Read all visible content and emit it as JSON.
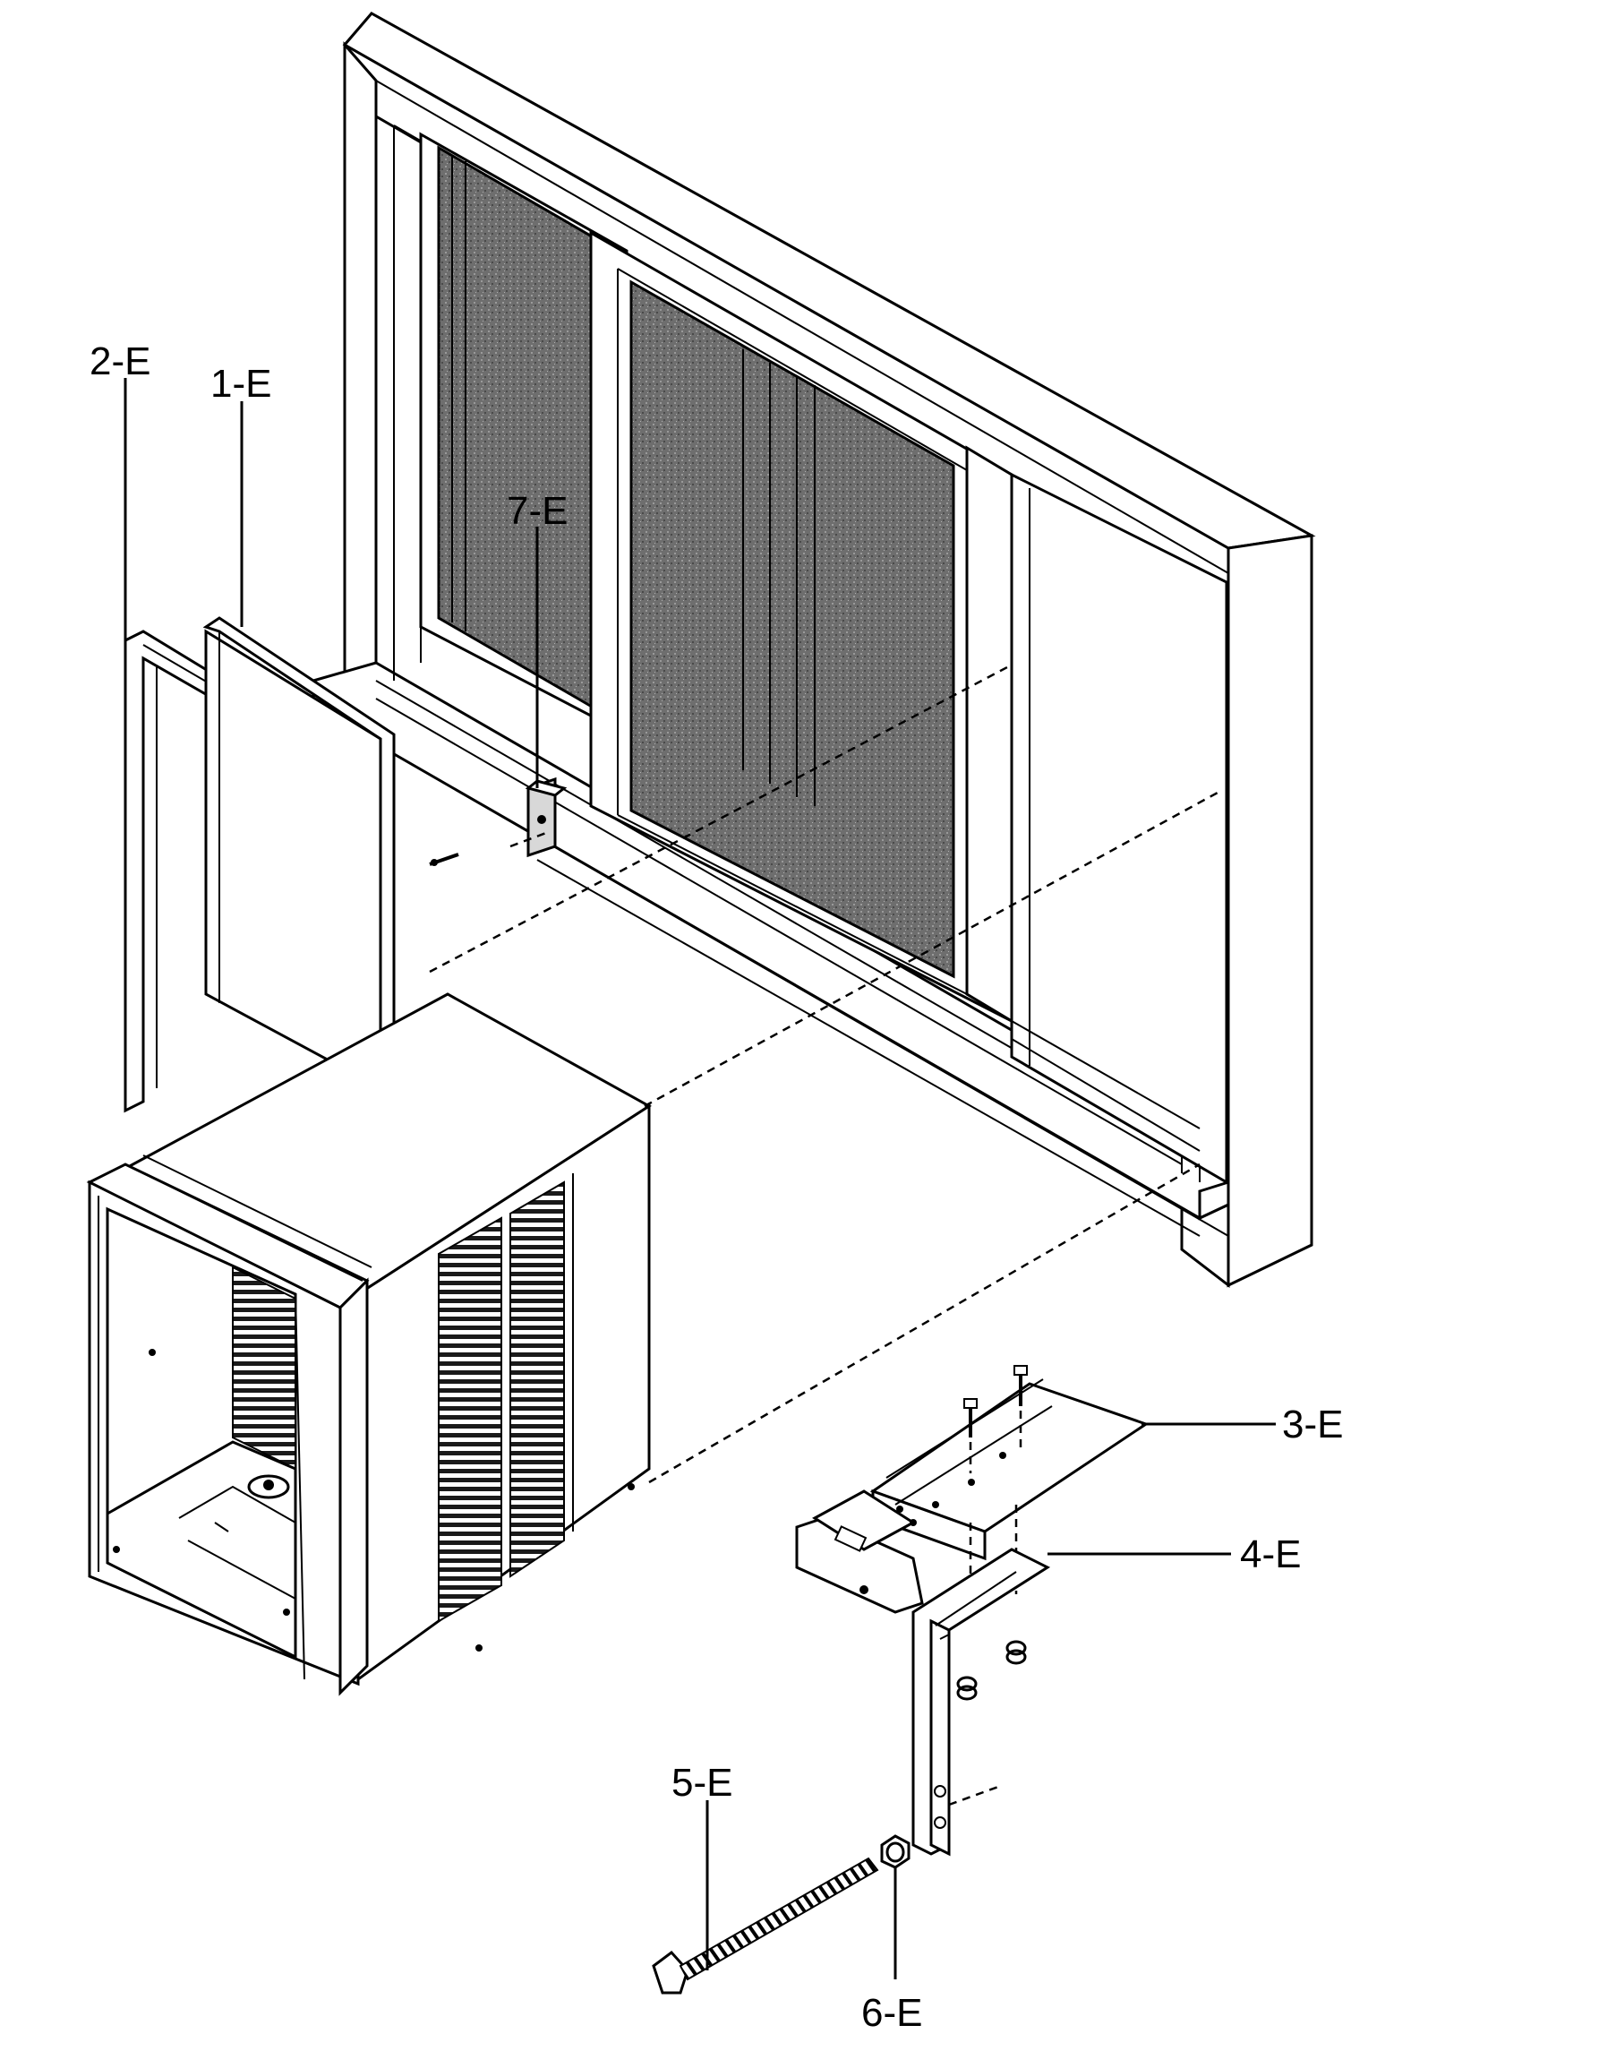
{
  "callouts": {
    "c1": "1-E",
    "c2": "2-E",
    "c3": "3-E",
    "c4": "4-E",
    "c5": "5-E",
    "c6": "6-E",
    "c7": "7-E"
  }
}
